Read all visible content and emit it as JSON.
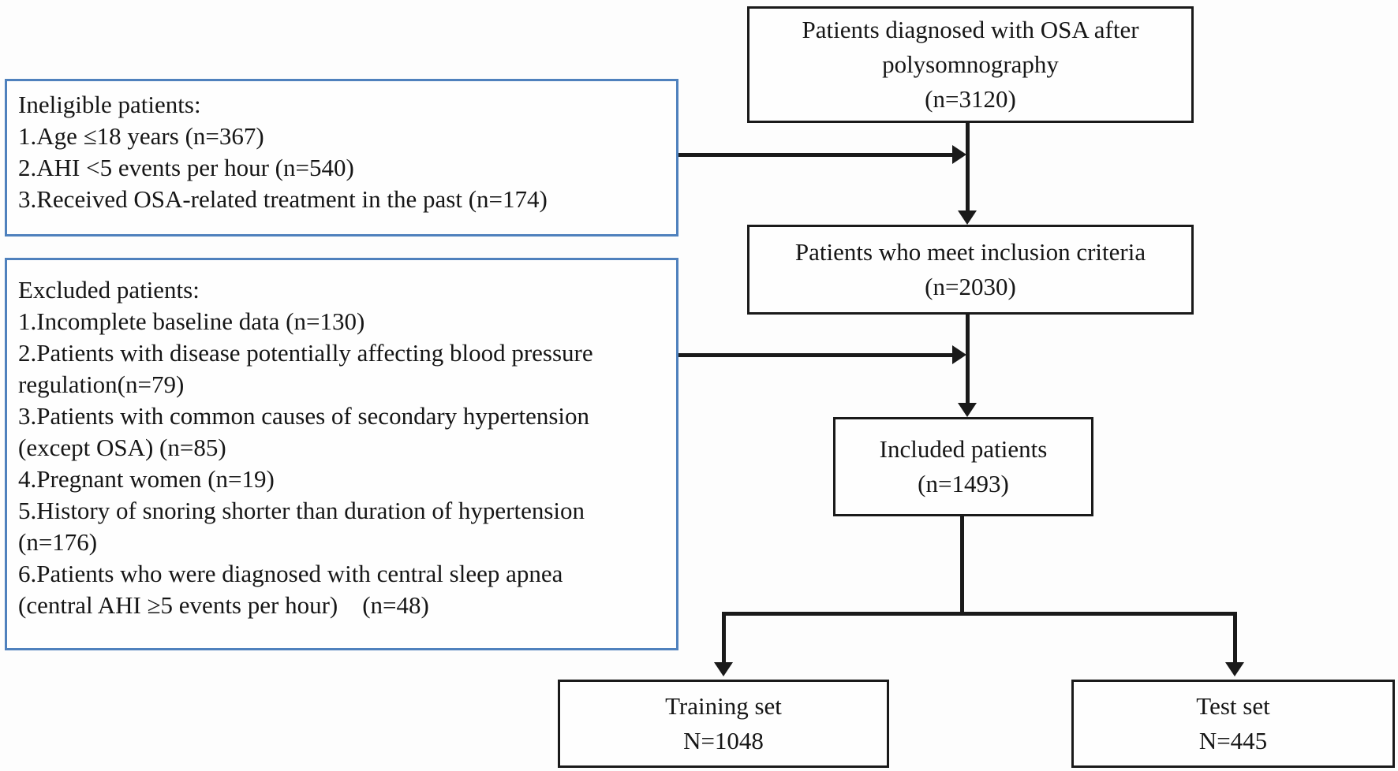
{
  "boxes": {
    "diagnosed": {
      "text": "Patients diagnosed with OSA after\npolysomnography\n(n=3120)"
    },
    "ineligible": {
      "text": "Ineligible patients:\n1.Age ≤18 years (n=367)\n2.AHI <5 events per hour (n=540)\n3.Received OSA-related treatment in the past (n=174)"
    },
    "inclusion": {
      "text": "Patients who meet inclusion criteria\n(n=2030)"
    },
    "excluded": {
      "text": "Excluded patients:\n1.Incomplete baseline data (n=130)\n2.Patients with disease potentially affecting blood pressure\nregulation(n=79)\n3.Patients with common causes of secondary hypertension\n(except OSA) (n=85)\n4.Pregnant women (n=19)\n5.History of snoring shorter than duration of hypertension\n(n=176)\n6.Patients who were diagnosed with central sleep apnea\n(central AHI ≥5 events per hour)    (n=48)"
    },
    "included": {
      "text": "Included patients\n(n=1493)"
    },
    "training": {
      "text": "Training set\nN=1048"
    },
    "test": {
      "text": "Test set\nN=445"
    }
  },
  "colors": {
    "line": "#1a1a1a",
    "accent": "#4f81bd",
    "text": "#161616",
    "background": "#fdfdfd",
    "box_fill": "#fefefe"
  }
}
